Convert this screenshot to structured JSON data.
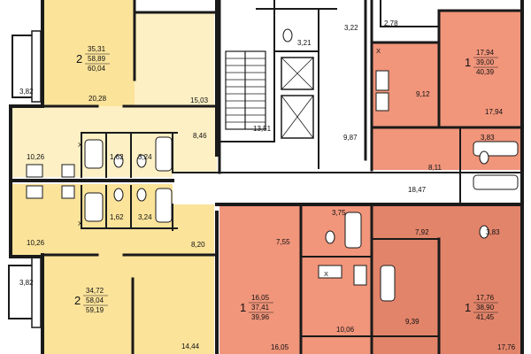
{
  "colors": {
    "apt_yellow": "#fbe39a",
    "apt_yellow_light": "#fdf0c4",
    "apt_salmon": "#f1957b",
    "apt_salmon_dark": "#e2846a",
    "wall": "#1a1a1a",
    "core": "#ffffff"
  },
  "apartments": {
    "a1": {
      "rooms": "2",
      "living": "35,31",
      "total": "58,89",
      "total_balcony": "60,04"
    },
    "a2": {
      "rooms": "2",
      "living": "34,72",
      "total": "58,04",
      "total_balcony": "59,19"
    },
    "a3": {
      "rooms": "1",
      "living": "17,94",
      "total": "39,00",
      "total_balcony": "40,39"
    },
    "a4": {
      "rooms": "1",
      "living": "16,05",
      "total": "37,41",
      "total_balcony": "39,96"
    },
    "a5": {
      "rooms": "1",
      "living": "17,76",
      "total": "38,90",
      "total_balcony": "41,45"
    }
  },
  "areas": {
    "r_3_82_top": "3,82",
    "r_20_28": "20,28",
    "r_15_03": "15,03",
    "r_10_26_top": "10,26",
    "r_8_46": "8,46",
    "r_1_62_top": "1,62",
    "r_3_24_top": "3,24",
    "r_1_62_bot": "1,62",
    "r_3_24_bot": "3,24",
    "r_10_26_bot": "10,26",
    "r_8_20": "8,20",
    "r_3_82_bot": "3,82",
    "r_14_44": "14,44",
    "r_3_21": "3,21",
    "r_3_22": "3,22",
    "r_13_51": "13,51",
    "r_9_87": "9,87",
    "r_2_78": "2,78",
    "r_9_12": "9,12",
    "r_17_94": "17,94",
    "r_3_83_top": "3,83",
    "r_8_11": "8,11",
    "r_18_47": "18,47",
    "r_3_75": "3,75",
    "r_7_55": "7,55",
    "r_7_92": "7,92",
    "r_3_83_bot": "3,83",
    "r_10_06": "10,06",
    "r_9_39": "9,39",
    "r_16_05": "16,05",
    "r_17_76": "17,76"
  },
  "marks": {
    "x": "X"
  }
}
